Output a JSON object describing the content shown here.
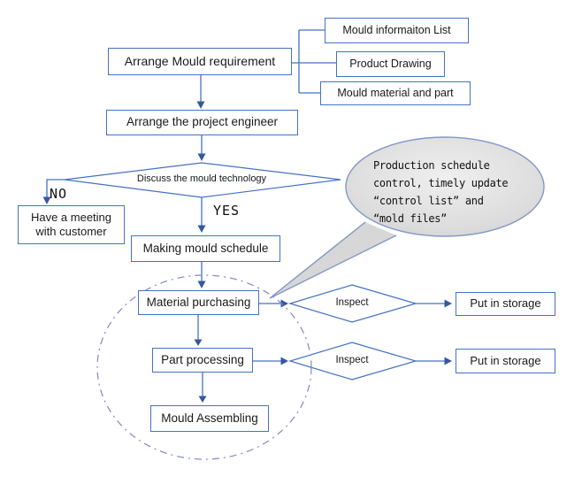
{
  "flow": {
    "arrange_mould_requirement": "Arrange Mould requirement",
    "mould_information_list": "Mould informaiton List",
    "product_drawing": "Product Drawing",
    "mould_material_and_part": "Mould material and part",
    "arrange_project_engineer": "Arrange the project engineer",
    "discuss_mould_technology": "Discuss the mould technology",
    "no_label": "NO",
    "yes_label": "YES",
    "have_meeting_with_customer": "Have a meeting with customer",
    "making_mould_schedule": "Making mould schedule",
    "material_purchasing": "Material purchasing",
    "part_processing": "Part processing",
    "mould_assembling": "Mould Assembling",
    "inspect_material": "Inspect",
    "inspect_part": "Inspect",
    "put_in_storage_material": "Put in storage",
    "put_in_storage_part": "Put in storage"
  },
  "callout": {
    "text": "Production schedule\ncontrol, timely update\n“control list” and\n“mold files”"
  },
  "colors": {
    "line_blue": "#4472C4",
    "arrowhead_blue": "#35589E",
    "node_text": "#1A1A1A",
    "callout_fill": "#D9D9D9",
    "callout_border": "#8496C8",
    "dashed_circle": "#8087CC"
  }
}
